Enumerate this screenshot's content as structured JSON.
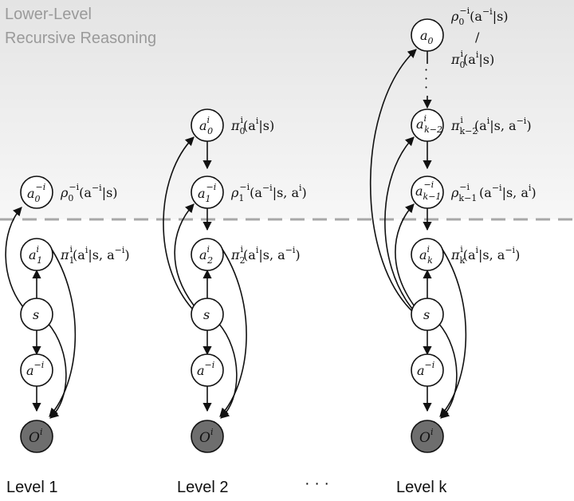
{
  "band": {
    "title_line1": "Lower-Level",
    "title_line2": "Recursive Reasoning"
  },
  "levels": [
    {
      "label": "Level 1"
    },
    {
      "label": "Level 2"
    },
    {
      "label": "Level k"
    }
  ],
  "ellipsis": "· · ·",
  "dots_vertical": "·",
  "nodes": {
    "s": "s",
    "a_neg_i": "a",
    "a_neg_i_sup": "−i",
    "a0": "a",
    "a0_sub": "0",
    "a_i": "a",
    "a_i_sup": "i",
    "obs": "O",
    "obs_sup": "i",
    "sub_1": "1",
    "sub_2": "2",
    "sub_0": "0",
    "sub_k": "k",
    "sub_k1": "k−1",
    "sub_k2": "k−2"
  },
  "formulas": {
    "l1_rho0": {
      "base": "ρ",
      "sub": "0",
      "sup": "−i",
      "args": "(a",
      "args_sup": "−i",
      "rest": "|s)"
    },
    "l1_pi1": {
      "base": "π",
      "sub": "1",
      "sup": "i",
      "args": "(a",
      "args_sup": "i",
      "rest": "|s, a",
      "rest_sup": "−i",
      "close": ")"
    },
    "l2_pi0": {
      "base": "π",
      "sub": "0",
      "sup": "i",
      "args": "(a",
      "args_sup": "i",
      "rest": "|s)"
    },
    "l2_rho1": {
      "base": "ρ",
      "sub": "1",
      "sup": "−i",
      "args": "(a",
      "args_sup": "−i",
      "rest": "|s, a",
      "rest_sup": "i",
      "close": ")"
    },
    "l2_pi2": {
      "base": "π",
      "sub": "2",
      "sup": "i",
      "args": "(a",
      "args_sup": "i",
      "rest": "|s, a",
      "rest_sup": "−i",
      "close": ")"
    },
    "lk_rho0": {
      "base": "ρ",
      "sub": "0",
      "sup": "−i",
      "args": "(a",
      "args_sup": "−i",
      "rest": "|s)"
    },
    "lk_slash": "/",
    "lk_pi0": {
      "base": "π",
      "sub": "0",
      "sup": "i",
      "args": "(a",
      "args_sup": "i",
      "rest": "|s)"
    },
    "lk_pik2": {
      "base": "π",
      "sub": "k−2",
      "sup": "i",
      "args": "(a",
      "args_sup": "i",
      "rest": "|s, a",
      "rest_sup": "−i",
      "close": ")"
    },
    "lk_rhok1": {
      "base": "ρ",
      "sub": "k−1",
      "sup": "−i",
      "args": "(a",
      "args_sup": "−i",
      "rest": "|s, a",
      "rest_sup": "i",
      "close": ")"
    },
    "lk_pik": {
      "base": "π",
      "sub": "k",
      "sup": "i",
      "args": "(a",
      "args_sup": "i",
      "rest": "|s, a",
      "rest_sup": "−i",
      "close": ")"
    }
  },
  "colors": {
    "band_top": "#e4e4e4",
    "band_bottom": "#f7f7f7",
    "dashed_line": "#a8a8a8",
    "observation_fill": "#6e6e6e",
    "node_stroke": "#111111"
  }
}
